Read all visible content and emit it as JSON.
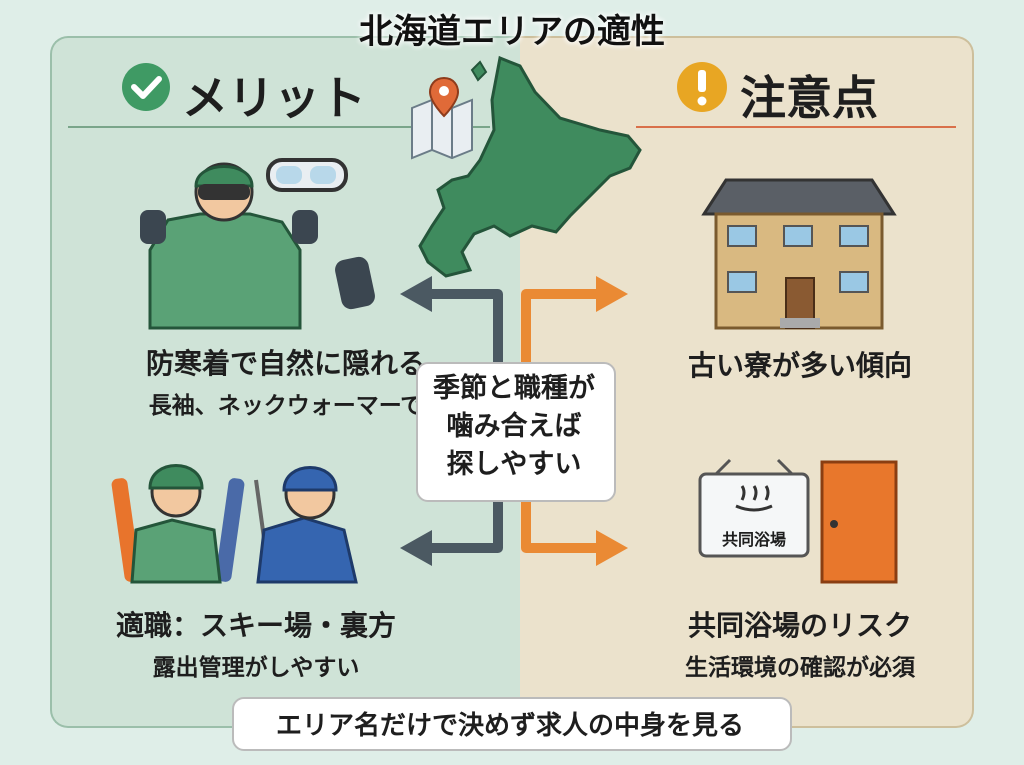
{
  "title": "北海道エリアの適性",
  "merit": {
    "heading": "メリット",
    "item1": {
      "line1": "防寒着で自然に隠れる",
      "line2": "長袖、ネックウォーマーで"
    },
    "item2": {
      "line1": "適職：スキー場・裏方",
      "line2": "露出管理がしやすい"
    }
  },
  "caution": {
    "heading": "注意点",
    "item1": {
      "line1": "古い寮が多い傾向"
    },
    "item2": {
      "line1": "共同浴場のリスク",
      "line2": "生活環境の確認が必須"
    },
    "bath_sign": "共同浴場"
  },
  "center": {
    "line1": "季節と職種が",
    "line2": "噛み合えば",
    "line3": "探しやすい"
  },
  "bottom_note": "エリア名だけで決めず求人の中身を見る",
  "colors": {
    "merit_panel": "#cfe3d7",
    "caution_panel": "#ebe2cc",
    "check_icon": "#3f9a64",
    "warning_icon": "#e8a623",
    "arrow_dark": "#4b5962",
    "arrow_orange": "#ea8a34",
    "map_green": "#3f8b5e"
  }
}
